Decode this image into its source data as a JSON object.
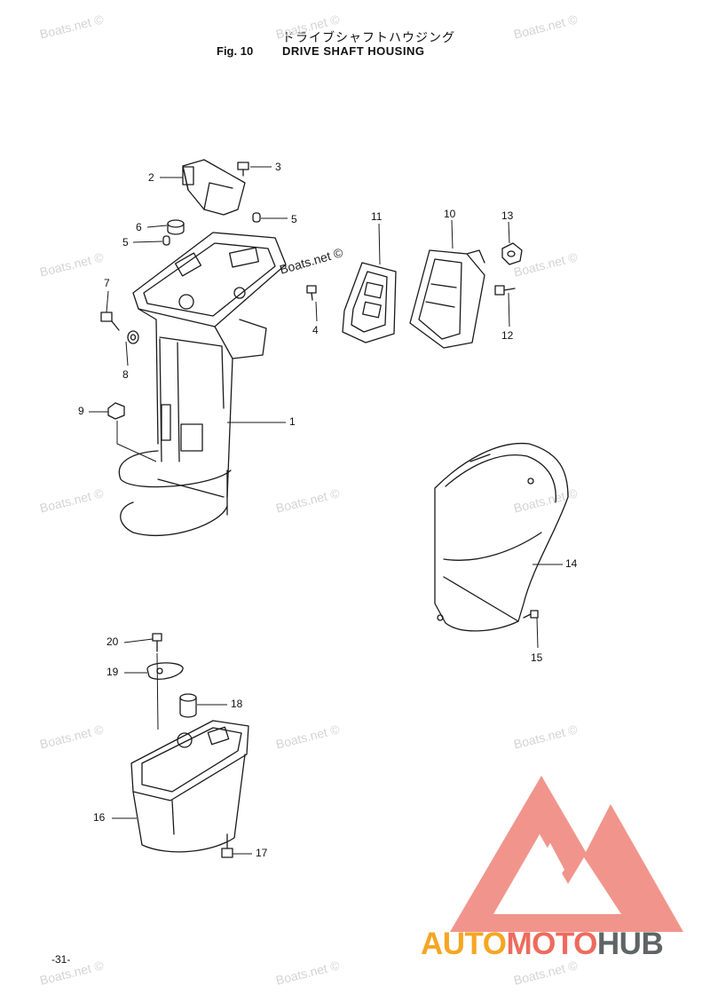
{
  "header": {
    "title_jp": "ドライブシャフトハウジング",
    "fig_label": "Fig. 10",
    "title_en": "DRIVE SHAFT HOUSING"
  },
  "watermark_text": "Boats.net ©",
  "callouts": [
    "1",
    "2",
    "3",
    "4",
    "5",
    "5",
    "6",
    "7",
    "8",
    "9",
    "10",
    "11",
    "12",
    "13",
    "14",
    "15",
    "16",
    "17",
    "18",
    "19",
    "20"
  ],
  "page_number": "-31-",
  "logo": {
    "part1": "AUTO",
    "part2": "MOTO",
    "part3": "HUB",
    "colors": {
      "auto": "#f5a623",
      "moto": "#ee6b5d",
      "hub": "#5f6466",
      "triangle": "#f08a80"
    }
  }
}
